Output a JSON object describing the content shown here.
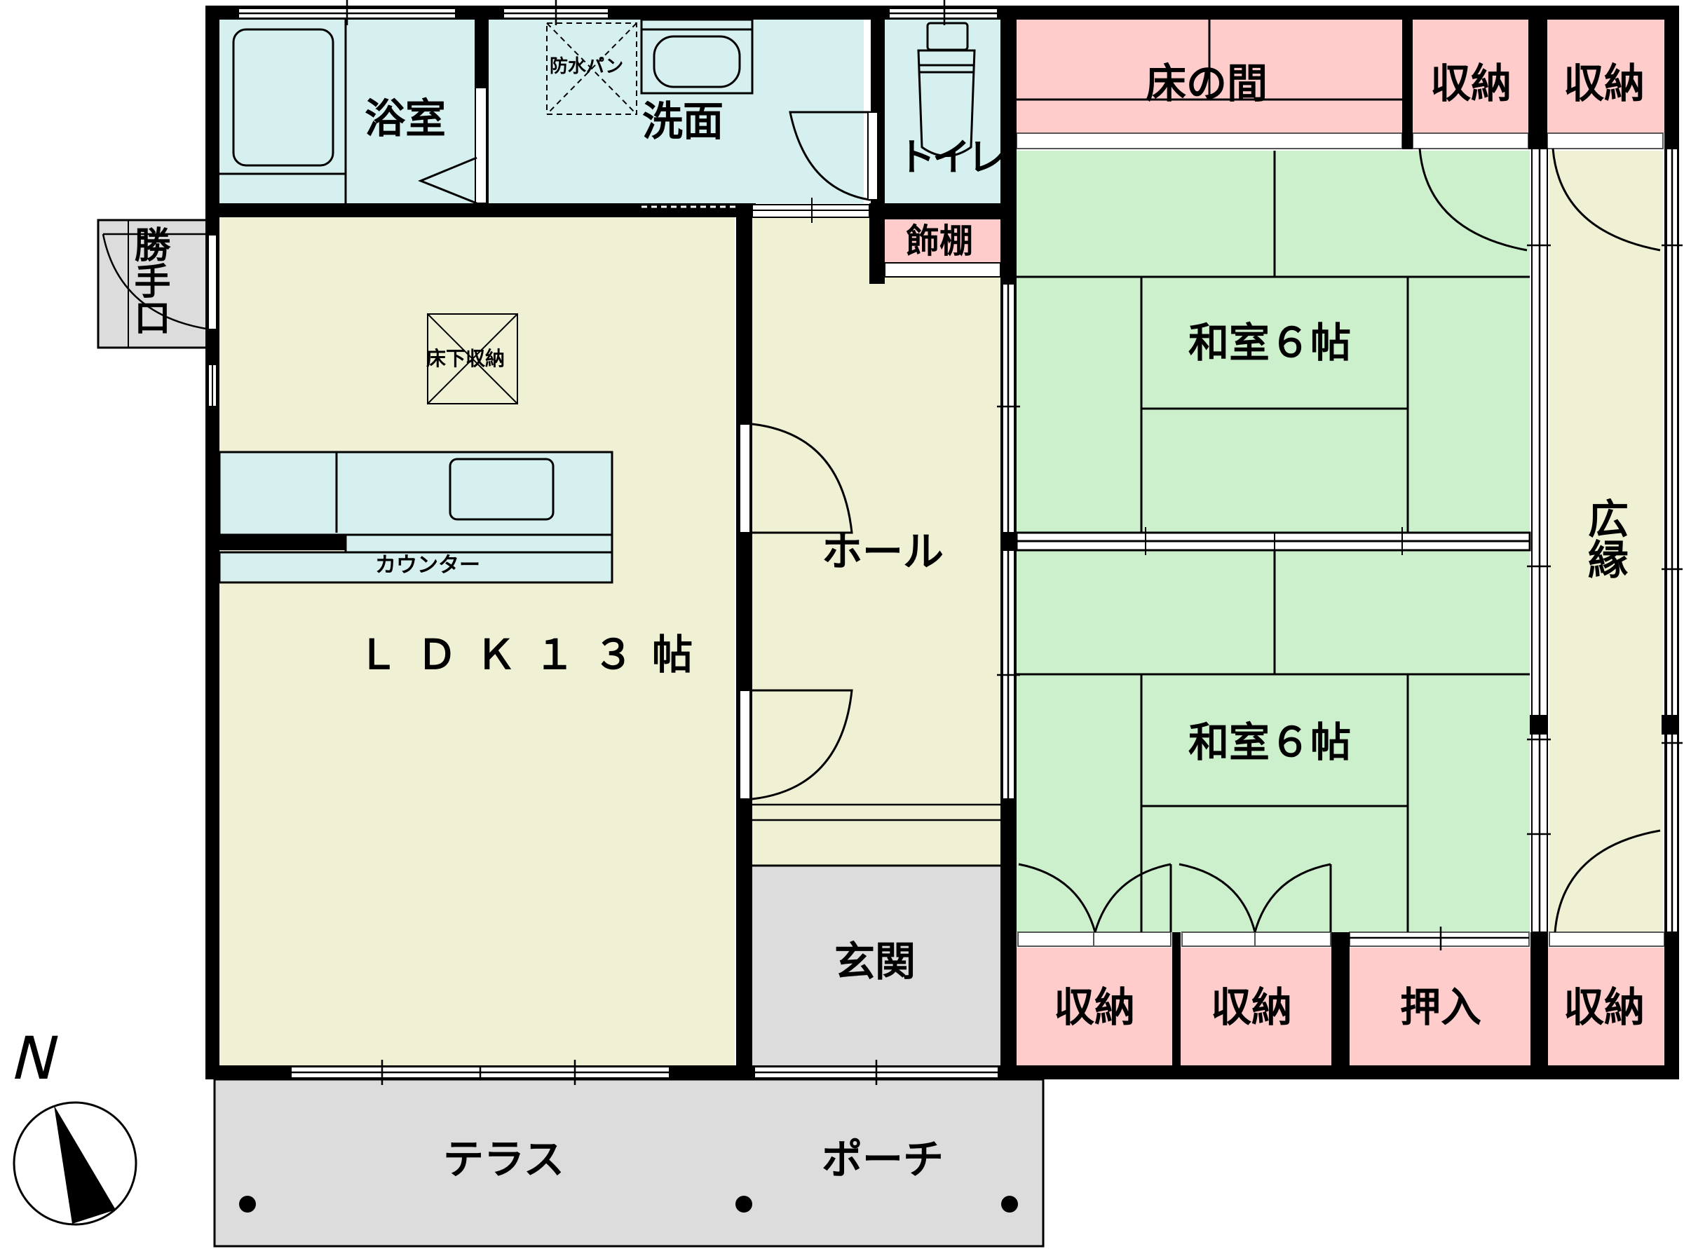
{
  "floor_plan": {
    "colors": {
      "wet_area": "#d6f0f0",
      "living": "#f0f0d4",
      "tatami": "#ccf0cc",
      "storage": "#ffcccc",
      "entrance": "#dcdcdc",
      "wall": "#000000"
    },
    "rooms": {
      "bath": "浴室",
      "washroom": "洗面",
      "waterproof_pan": "防水パン",
      "toilet": "トイレ",
      "tokonoma": "床の間",
      "storage_top_1": "収納",
      "storage_top_2": "収納",
      "display_shelf": "飾棚",
      "service_door": "勝手口",
      "underfloor_storage": "床下収納",
      "counter": "カウンター",
      "ldk": "ＬＤＫ１３帖",
      "hall": "ホール",
      "washitsu_1": "和室６帖",
      "washitsu_2": "和室６帖",
      "engawa": "広縁",
      "genkan": "玄関",
      "storage_bottom_1": "収納",
      "storage_bottom_2": "収納",
      "oshiire": "押入",
      "storage_bottom_3": "収納",
      "terrace": "テラス",
      "porch": "ポーチ"
    },
    "compass": {
      "north_label": "N"
    }
  }
}
